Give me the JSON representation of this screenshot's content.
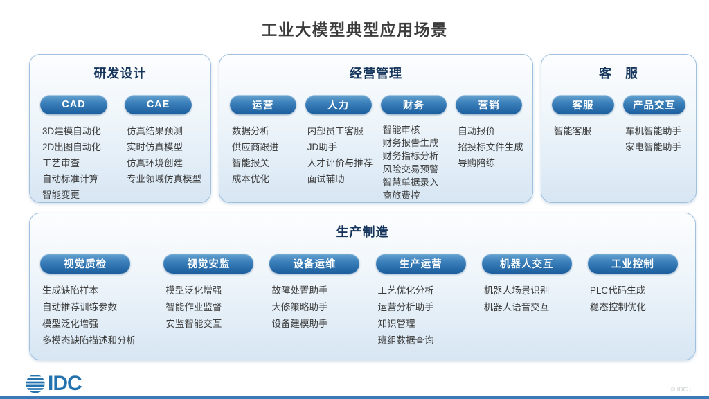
{
  "title": "工业大模型典型应用场景",
  "panels": [
    {
      "name": "研发设计",
      "columns": [
        {
          "pill": "CAD",
          "items": [
            "3D建模自动化",
            "2D出图自动化",
            "工艺审查",
            "自动标准计算",
            "智能变更"
          ]
        },
        {
          "pill": "CAE",
          "items": [
            "仿真结果预测",
            "实时仿真模型",
            "仿真环境创建",
            "专业领域仿真模型"
          ]
        }
      ]
    },
    {
      "name": "经营管理",
      "columns": [
        {
          "pill": "运营",
          "items": [
            "数据分析",
            "供应商跟进",
            "智能报关",
            "成本优化"
          ]
        },
        {
          "pill": "人力",
          "items": [
            "内部员工客服",
            "JD助手",
            "人才评价与推荐",
            "面试辅助"
          ]
        },
        {
          "pill": "财务",
          "items": [
            "智能审核",
            "财务报告生成",
            "财务指标分析",
            "风险交易预警",
            "智慧单据录入",
            "商旅费控"
          ]
        },
        {
          "pill": "营销",
          "items": [
            "自动报价",
            "招投标文件生成",
            "导购陪练"
          ]
        }
      ]
    },
    {
      "name": "客　服",
      "columns": [
        {
          "pill": "客服",
          "items": [
            "智能客服"
          ]
        },
        {
          "pill": "产品交互",
          "items": [
            "车机智能助手",
            "家电智能助手"
          ]
        }
      ]
    },
    {
      "name": "生产制造",
      "columns": [
        {
          "pill": "视觉质检",
          "items": [
            "生成缺陷样本",
            "自动推荐训练参数",
            "模型泛化增强",
            "多模态缺陷描述和分析"
          ]
        },
        {
          "pill": "视觉安监",
          "items": [
            "模型泛化增强",
            "智能作业监督",
            "安监智能交互"
          ]
        },
        {
          "pill": "设备运维",
          "items": [
            "故障处置助手",
            "大修策略助手",
            "设备建模助手"
          ]
        },
        {
          "pill": "生产运营",
          "items": [
            "工艺优化分析",
            "运营分析助手",
            "知识管理",
            "班组数据查询"
          ]
        },
        {
          "pill": "机器人交互",
          "items": [
            "机器人场景识别",
            "机器人语音交互"
          ]
        },
        {
          "pill": "工业控制",
          "items": [
            "PLC代码生成",
            "稳态控制优化"
          ]
        }
      ]
    }
  ],
  "footer": {
    "logo_text": "IDC",
    "copyright": "© IDC |"
  },
  "colors": {
    "title_text": "#3c3c3c",
    "panel_title_navy": "#17365d",
    "panel_border": "#a0c0de",
    "panel_bg_bottom": "#d7e6f3",
    "pill_gradient_top": "#68a4d1",
    "pill_gradient_bottom": "#1c5e9d",
    "pill_text": "#ffffff",
    "item_text": "#3c3c3c",
    "logo_blue": "#2473ae",
    "footer_bar_blue": "#3a7ab8"
  }
}
